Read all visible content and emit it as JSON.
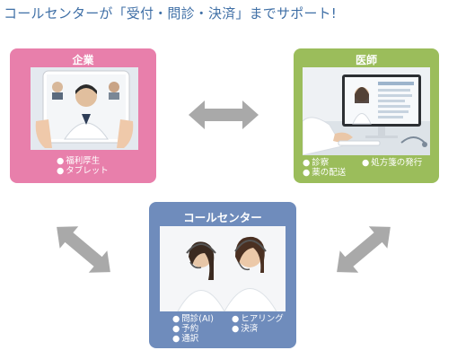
{
  "headline": "コールセンターが「受付・問診・決済」までサポート!",
  "company": {
    "title": "企業",
    "bullets": [
      "福利厚生",
      "タブレット"
    ]
  },
  "doctor": {
    "title": "医師",
    "bullets": [
      "診察",
      "処方箋の発行",
      "薬の配送"
    ]
  },
  "callcenter": {
    "title": "コールセンター",
    "bullets": [
      "問診(AI)",
      "ヒアリング",
      "予約",
      "決済",
      "通訳"
    ]
  },
  "colors": {
    "company": "#e87fab",
    "doctor": "#9bbd5b",
    "callcenter": "#6f8cbc",
    "arrow": "#a9a9a9",
    "headline": "#3f6fa6"
  }
}
